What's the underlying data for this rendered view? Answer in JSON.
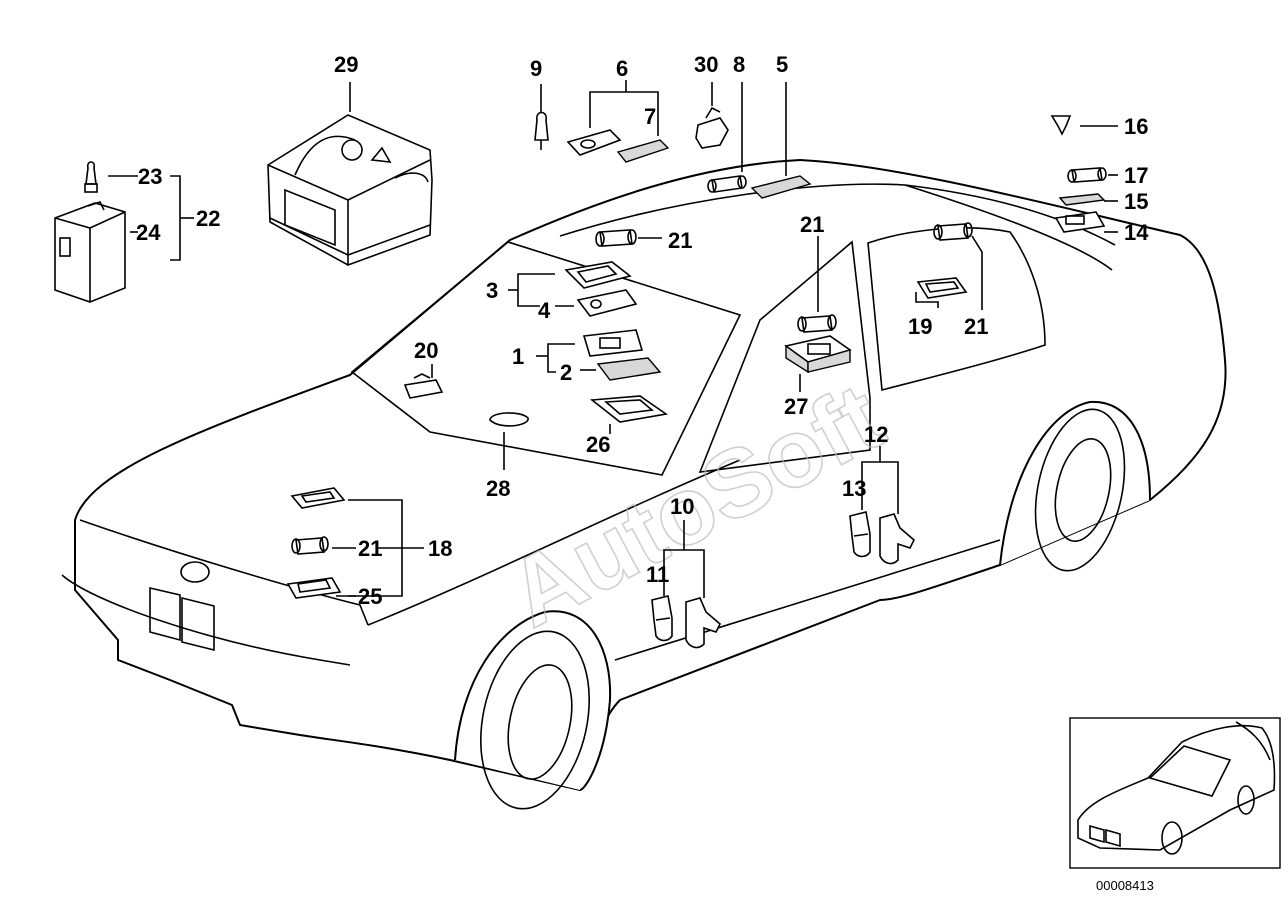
{
  "diagram": {
    "watermark": "AutoSoft",
    "reference_number": "00008413",
    "callouts": {
      "c1": "1",
      "c2": "2",
      "c3": "3",
      "c4": "4",
      "c5": "5",
      "c6": "6",
      "c7": "7",
      "c8": "8",
      "c9": "9",
      "c10": "10",
      "c11": "11",
      "c12": "12",
      "c13": "13",
      "c14": "14",
      "c15": "15",
      "c16": "16",
      "c17": "17",
      "c18": "18",
      "c19": "19",
      "c20": "20",
      "c21a": "21",
      "c21b": "21",
      "c21c": "21",
      "c21d": "21",
      "c22": "22",
      "c23": "23",
      "c24": "24",
      "c25": "25",
      "c26": "26",
      "c27": "27",
      "c28": "28",
      "c29": "29",
      "c30": "30"
    }
  }
}
